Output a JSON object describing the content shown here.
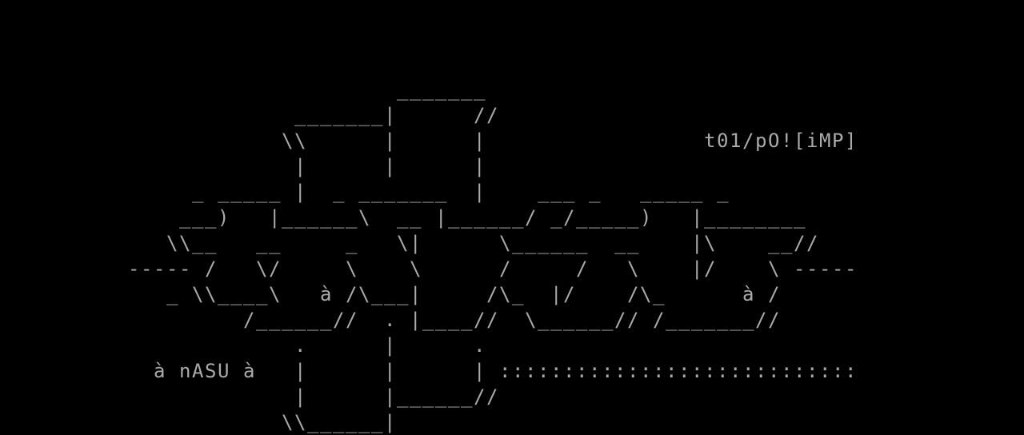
{
  "colors": {
    "background": "#000000",
    "text": "#aaaaaa"
  },
  "tag": "t01/pO![iMP]",
  "caption": "à nASU à",
  "lines": [
    "",
    "",
    "",
    "                               _______",
    "                       _______|      //",
    "                      \\\\      |      |                 t01/pO![iMP]",
    "                       |      |      |",
    "               _ _____ |  _ _______  |    ___ _   _____ _",
    "              ___)   |______\\  __ |______/ _/_____)   |________",
    "             \\\\__   __     _   \\|      \\______  __    |\\    __//",
    "          ----- /   \\/     \\    \\      /     /   \\    |/    \\ -----",
    "             _ \\\\____\\   à /\\___|     /\\_  |/    /\\_      à /",
    "                   /______//  . |____//  \\______// /_______//",
    "                       .      |      .",
    "            à nASU à   |      |      | ::::::::::::::::::::::::::::",
    "                       |      |______//",
    "                      \\\\______|"
  ]
}
